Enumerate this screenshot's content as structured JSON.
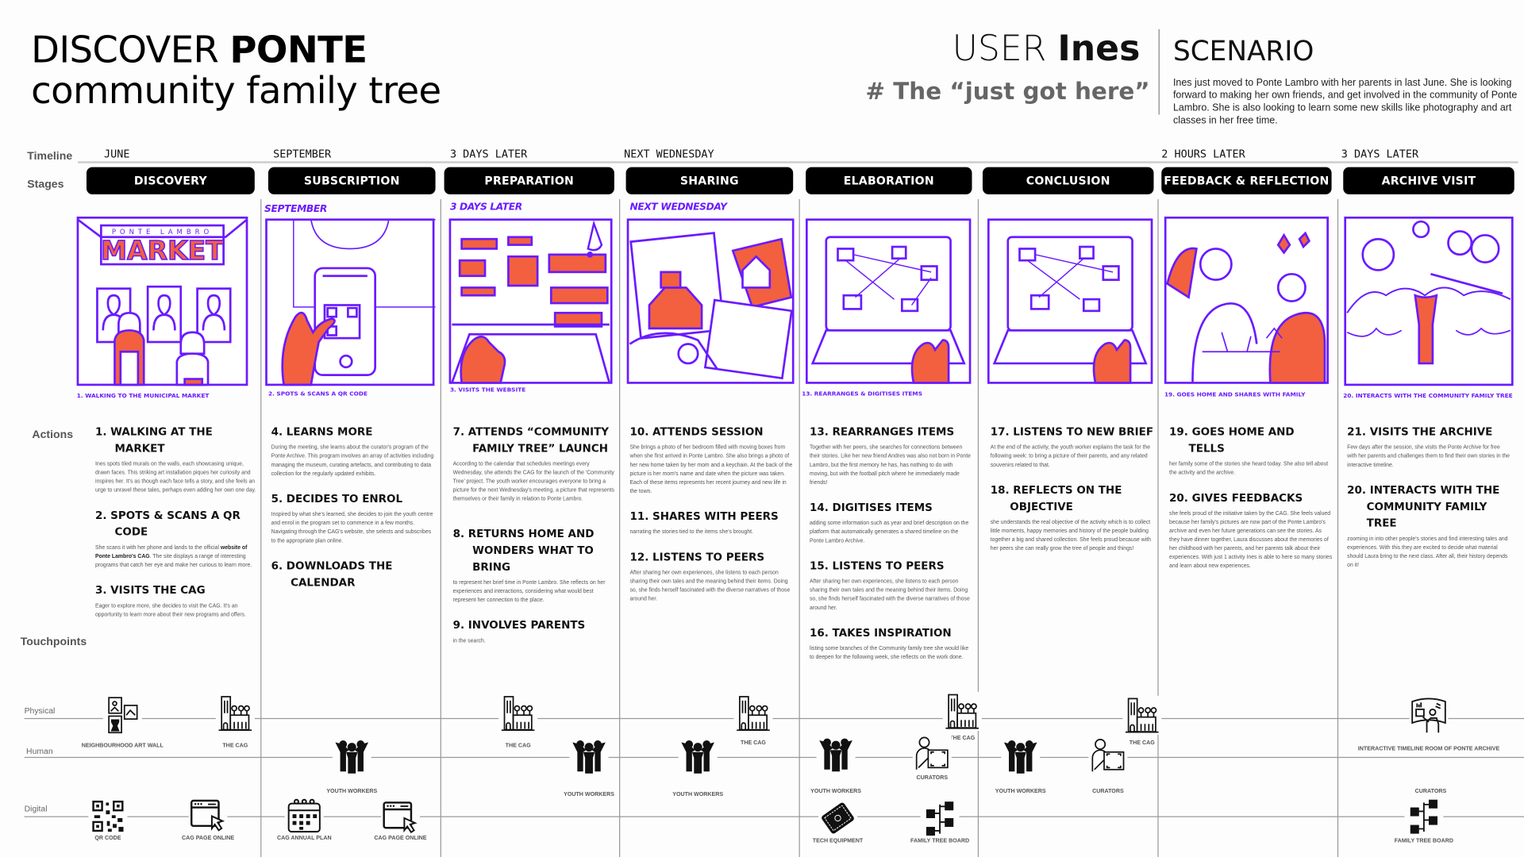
{
  "header": {
    "title_regular": "DISCOVER ",
    "title_bold": "PONTE",
    "subtitle": "community family tree",
    "user_label": "USER ",
    "user_name": "Ines",
    "persona_tag": "# The “just got here”",
    "scenario_title": "SCENARIO",
    "scenario_text": "Ines just moved to Ponte Lambro with her parents in last June. She is looking forward to making her own friends, and get involved in the community of Ponte Lambro. She is also looking to learn some new skills like photography and art classes in her free time."
  },
  "row_labels": {
    "timeline": "Timeline",
    "stages": "Stages",
    "actions": "Actions",
    "touchpoints": "Touchpoints"
  },
  "timeline": [
    "JUNE",
    "SEPTEMBER",
    "3 DAYS LATER",
    "NEXT WEDNESDAY",
    "2 HOURS LATER",
    "3 DAYS LATER"
  ],
  "stages": [
    "DISCOVERY",
    "SUBSCRIPTION",
    "PREPARATION",
    "SHARING",
    "ELABORATION",
    "CONCLUSION",
    "FEEDBACK & REFLECTION",
    "ARCHIVE VISIT"
  ],
  "sketch_notes": [
    "SEPTEMBER",
    "3 DAYS LATER",
    "NEXT WEDNESDAY"
  ],
  "sketch_texts": {
    "market_sign_top": "PONTE LAMBRO",
    "market_sign": "MARKET"
  },
  "captions": [
    "1. WALKING TO THE MUNICIPAL MARKET",
    "2. SPOTS & SCANS A QR CODE",
    "3. VISITS THE WEBSITE",
    "13. REARRANGES & DIGITISES ITEMS",
    "19. GOES HOME AND SHARES WITH FAMILY",
    "20. INTERACTS WITH THE COMMUNITY FAMILY TREE"
  ],
  "actions": [
    [
      {
        "title": "1. WALKING AT THE MARKET",
        "desc": "Ines spots tiled murals on the walls, each showcasing unique, drawn faces. This striking art installation piques her curiosity and inspires her. It's as though each face tells a story, and she feels an urge to unravel these tales, perhaps even adding her own one day."
      },
      {
        "title": "2. SPOTS & SCANS A QR CODE",
        "desc": "She scans it with her phone and lands to the official ",
        "bold": "website of Ponte Lambro's CAG",
        "after": ". The site displays a range of interesting programs that catch her eye and make her curious to learn more."
      },
      {
        "title": "3. VISITS THE CAG",
        "desc": "Eager to explore more, she decides to visit the CAG. It's an opportunity to learn more about their new programs and offers."
      }
    ],
    [
      {
        "title": "4. LEARNS MORE",
        "desc": "During the meeting, she learns about the curator's program of the Ponte Archive. This program involves an array of activities including managing the museum, curating artefacts, and contributing to data collection for the regularly updated exhibits."
      },
      {
        "title": "5. DECIDES TO ENROL",
        "desc": "Inspired by what she's learned, she decides to join the youth centre and enrol in the program set to commence in a few months. Navigating through the CAG's website, she selects and subscribes to the appropriate plan online."
      },
      {
        "title": "6. DOWNLOADS THE CALENDAR",
        "desc": ""
      }
    ],
    [
      {
        "title": "7. ATTENDS “COMMUNITY FAMILY TREE” LAUNCH",
        "desc": "According to the calendar that schedules meetings every Wednesday, she attends the CAG for the launch of the 'Community Tree' project. The youth worker encourages everyone to bring a picture for the next Wednesday's meeting, a picture that represents themselves or their family in relation to Ponte Lambro."
      },
      {
        "title": "8. RETURNS HOME AND WONDERS WHAT TO BRING",
        "desc": "to represent her brief time in Ponte Lambro. She reflects on her experiences and interactions, considering what would best represent her connection to the place."
      },
      {
        "title": "9. INVOLVES PARENTS",
        "desc": "in the search."
      }
    ],
    [
      {
        "title": "10. ATTENDS SESSION",
        "desc": "She brings a photo of her bedroom filled with moving boxes from when she first arrived in Ponte Lambro. She also brings a photo of her new home taken by her mom and a keychain. At the back of the picture is her mom's name and date when the picture was taken. Each of these items represents her recent journey and new life in the town."
      },
      {
        "title": "11. SHARES WITH PEERS",
        "desc": "narrating the stories tied to the items she's brought."
      },
      {
        "title": "12. LISTENS TO PEERS",
        "desc": "After sharing her own experiences, she listens to each person sharing their own tales and the meaning behind their items. Doing so, she finds herself fascinated with the diverse narratives of those around her."
      }
    ],
    [
      {
        "title": "13. REARRANGES ITEMS",
        "desc": "Together with her peers, she searches for connections between their stories. Like her new friend Andres was also not born in Ponte Lambro, but the first memory he has, has nothing to do with moving, but with the football pitch where he immediately made friends!"
      },
      {
        "title": "14. DIGITISES ITEMS",
        "desc": "adding some information such as year and brief description on the platform that automatically generates a shared timeline on the Ponte Lambro Archive."
      },
      {
        "title": "15. LISTENS TO PEERS",
        "desc": "After sharing her own experiences, she listens to each person sharing their own tales and the meaning behind their items. Doing so, she finds herself fascinated with the diverse narratives of those around her."
      },
      {
        "title": "16. TAKES INSPIRATION",
        "desc": "listing some branches of the Community family tree she would like to deepen for the following week, she reflects on the work done."
      }
    ],
    [
      {
        "title": "17. LISTENS TO NEW BRIEF",
        "desc": "At the end of the activity, the youth worker explains the task for the following week: to bring a picture of their parents, and any related souvenirs related to that."
      },
      {
        "title": "18. REFLECTS ON THE OBJECTIVE",
        "desc": "she understands the real objective of the activity which is to collect little moments, happy memories and history of the people building together a big and shared collection. She feels proud because with her peers she can really grow the tree of people and things!"
      }
    ],
    [
      {
        "title": "19. GOES HOME AND TELLS",
        "desc": "her family some of the stories she heard today. She also tell about the activity and the archive."
      },
      {
        "title": "20. GIVES FEEDBACKS",
        "desc": "she feels proud of the initiative taken by the CAG. She feels valued because her family's pictures are now part of the Ponte Lambro's archive and even her future generations can see the stories. As they have dinner together, Laura discusses about the memories of her childhood with her parents, and her parents talk about their experiences. With just 1 activity Ines is able to here so many stories and learn about new experiences."
      }
    ],
    [
      {
        "title": "21. VISITS THE ARCHIVE",
        "desc": "Few days after the session, she visits the Ponte Archive for free with her parents and challenges them to find their own stories in the interactive timeline."
      },
      {
        "title": "20. INTERACTS WITH THE COMMUNITY FAMILY TREE",
        "desc": "zooming in into other people's stories and find interesting tales and experiences. With this they are excited to decide what material should Laura bring to the next class. After all, their history depends on it!"
      }
    ]
  ],
  "touchpoints": {
    "rows": [
      "Physical",
      "Human",
      "Digital"
    ],
    "items": [
      {
        "row": "physical",
        "icon": "art-wall-icon",
        "label": "NEIGHBOURHOOD ART WALL"
      },
      {
        "row": "physical",
        "icon": "building-icon",
        "label": "THE CAG"
      },
      {
        "row": "physical",
        "icon": "building-icon",
        "label": "THE CAG"
      },
      {
        "row": "physical",
        "icon": "building-icon",
        "label": "THE CAG"
      },
      {
        "row": "physical",
        "icon": "building-icon",
        "label": "THE CAG"
      },
      {
        "row": "physical",
        "icon": "building-icon",
        "label": "THE CAG"
      },
      {
        "row": "physical",
        "icon": "timeline-room-icon",
        "label": "INTERACTIVE TIMELINE ROOM OF PONTE ARCHIVE"
      },
      {
        "row": "human",
        "icon": "people-group-icon",
        "label": "YOUTH WORKERS"
      },
      {
        "row": "human",
        "icon": "people-group-icon",
        "label": "YOUTH WORKERS"
      },
      {
        "row": "human",
        "icon": "people-group-icon",
        "label": "YOUTH WORKERS"
      },
      {
        "row": "human",
        "icon": "people-group-icon",
        "label": "YOUTH WORKERS"
      },
      {
        "row": "human",
        "icon": "curator-icon",
        "label": "CURATORS"
      },
      {
        "row": "human",
        "icon": "people-group-icon",
        "label": "YOUTH WORKERS"
      },
      {
        "row": "human",
        "icon": "curator-icon",
        "label": "CURATORS"
      },
      {
        "row": "human",
        "icon": "",
        "label": "CURATORS"
      },
      {
        "row": "digital",
        "icon": "qr-code-icon",
        "label": "QR CODE"
      },
      {
        "row": "digital",
        "icon": "browser-cursor-icon",
        "label": "CAG PAGE ONLINE"
      },
      {
        "row": "digital",
        "icon": "calendar-icon",
        "label": "CAG ANNUAL PLAN"
      },
      {
        "row": "digital",
        "icon": "browser-cursor-icon",
        "label": "CAG PAGE ONLINE"
      },
      {
        "row": "digital",
        "icon": "tablet-icon",
        "label": "TECH EQUIPMENT"
      },
      {
        "row": "digital",
        "icon": "tree-board-icon",
        "label": "FAMILY TREE BOARD"
      },
      {
        "row": "digital",
        "icon": "tree-board-icon",
        "label": "FAMILY TREE BOARD"
      }
    ]
  },
  "colors": {
    "sketch_line": "#6a1bff",
    "sketch_fill": "#f2603f",
    "stage_pill": "#000000"
  }
}
